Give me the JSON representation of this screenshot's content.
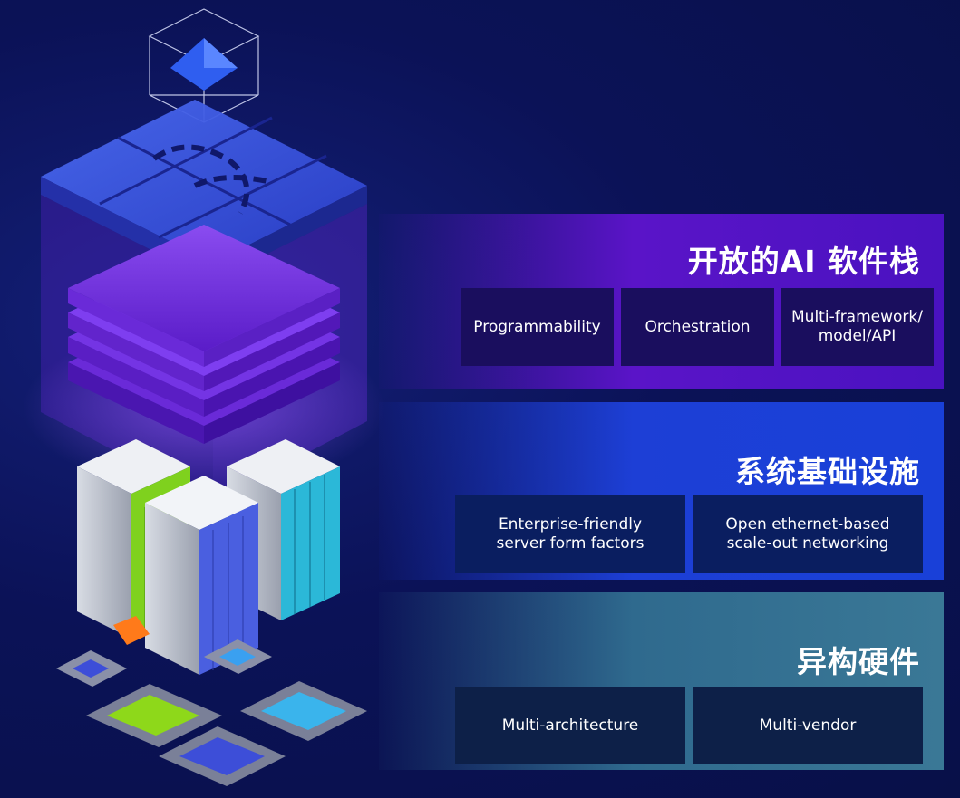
{
  "layers": {
    "software": {
      "title": "开放的AI 软件栈",
      "cards": [
        "Programmability",
        "Orchestration",
        "Multi-framework/\nmodel/API"
      ]
    },
    "infrastructure": {
      "title": "系统基础设施",
      "cards": [
        "Enterprise-friendly\nserver form factors",
        "Open ethernet-based\nscale-out networking"
      ]
    },
    "hardware": {
      "title": "异构硬件",
      "cards": [
        "Multi-architecture",
        "Multi-vendor"
      ]
    }
  },
  "colors": {
    "background": "#0b1257",
    "software_band": "#5a14c8",
    "infrastructure_band": "#1d3fd6",
    "hardware_band": "#3a7896",
    "rack_green": "#7fd11e",
    "rack_blue": "#4a5fe0",
    "rack_cyan": "#2bb8d8"
  }
}
